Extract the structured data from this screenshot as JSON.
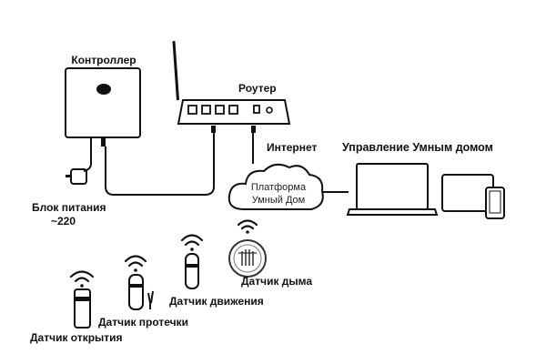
{
  "labels": {
    "controller": "Контроллер",
    "router": "Роутер",
    "internet": "Интернет",
    "smart_home_control": "Управление Умным домом",
    "power_supply_line1": "Блок питания",
    "power_supply_line2": "~220",
    "cloud_line1": "Платформа",
    "cloud_line2": "Умный Дом",
    "smoke_sensor": "Датчик дыма",
    "motion_sensor": "Датчик движения",
    "leak_sensor": "Датчик протечки",
    "door_sensor": "Датчик открытия"
  }
}
